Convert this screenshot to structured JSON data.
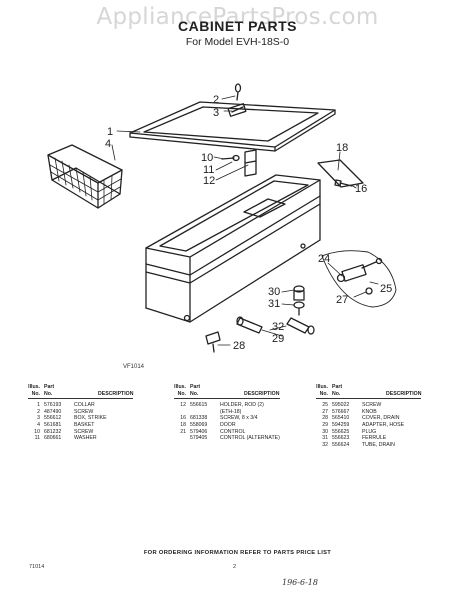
{
  "watermark": "AppliancePartsPros.com",
  "title": "CABINET PARTS",
  "subtitle": "For Model EVH-18S-0",
  "figure_id": "VF1014",
  "callouts": [
    {
      "id": "c1",
      "label": "1"
    },
    {
      "id": "c2",
      "label": "2"
    },
    {
      "id": "c3",
      "label": "3"
    },
    {
      "id": "c4",
      "label": "4"
    },
    {
      "id": "c10",
      "label": "10"
    },
    {
      "id": "c11",
      "label": "11"
    },
    {
      "id": "c12",
      "label": "12"
    },
    {
      "id": "c16",
      "label": "16"
    },
    {
      "id": "c18",
      "label": "18"
    },
    {
      "id": "c24",
      "label": "24"
    },
    {
      "id": "c25",
      "label": "25"
    },
    {
      "id": "c27",
      "label": "27"
    },
    {
      "id": "c28",
      "label": "28"
    },
    {
      "id": "c29",
      "label": "29"
    },
    {
      "id": "c30",
      "label": "30"
    },
    {
      "id": "c31",
      "label": "31"
    },
    {
      "id": "c32",
      "label": "32"
    }
  ],
  "table": {
    "header_illus": "Illus.",
    "header_part": "Part",
    "header_no": "No.",
    "header_no2": "No.",
    "header_description": "DESCRIPTION",
    "columns": [
      [
        {
          "illus": "1",
          "part": "576193",
          "desc": "COLLAR"
        },
        {
          "illus": "2",
          "part": "487490",
          "desc": "SCREW"
        },
        {
          "illus": "3",
          "part": "556612",
          "desc": "BOX, STRIKE"
        },
        {
          "illus": "4",
          "part": "561681",
          "desc": "BASKET"
        },
        {
          "illus": "10",
          "part": "681232",
          "desc": "SCREW"
        },
        {
          "illus": "11",
          "part": "680661",
          "desc": "WASHER"
        }
      ],
      [
        {
          "illus": "12",
          "part": "556615",
          "desc": "HOLDER, ROD (2)"
        },
        {
          "illus": "",
          "part": "",
          "desc": "(ETH-18)"
        },
        {
          "illus": "16",
          "part": "681338",
          "desc": "SCREW, 8 x 3/4"
        },
        {
          "illus": "18",
          "part": "558069",
          "desc": "DOOR"
        },
        {
          "illus": "21",
          "part": "579406",
          "desc": "CONTROL"
        },
        {
          "illus": "",
          "part": "579405",
          "desc": "CONTROL (ALTERNATE)"
        }
      ],
      [
        {
          "illus": "25",
          "part": "595022",
          "desc": "SCREW"
        },
        {
          "illus": "27",
          "part": "576667",
          "desc": "KNOB"
        },
        {
          "illus": "28",
          "part": "565410",
          "desc": "COVER, DRAIN"
        },
        {
          "illus": "29",
          "part": "594259",
          "desc": "ADAPTER, HOSE"
        },
        {
          "illus": "30",
          "part": "556625",
          "desc": "PLUG"
        },
        {
          "illus": "31",
          "part": "556623",
          "desc": "FERRULE"
        },
        {
          "illus": "32",
          "part": "556624",
          "desc": "TUBE, DRAIN"
        }
      ]
    ]
  },
  "footer": {
    "note": "FOR ORDERING INFORMATION REFER TO PARTS PRICE LIST",
    "left": "71014",
    "page": "2",
    "handwritten": "196-6-18"
  }
}
